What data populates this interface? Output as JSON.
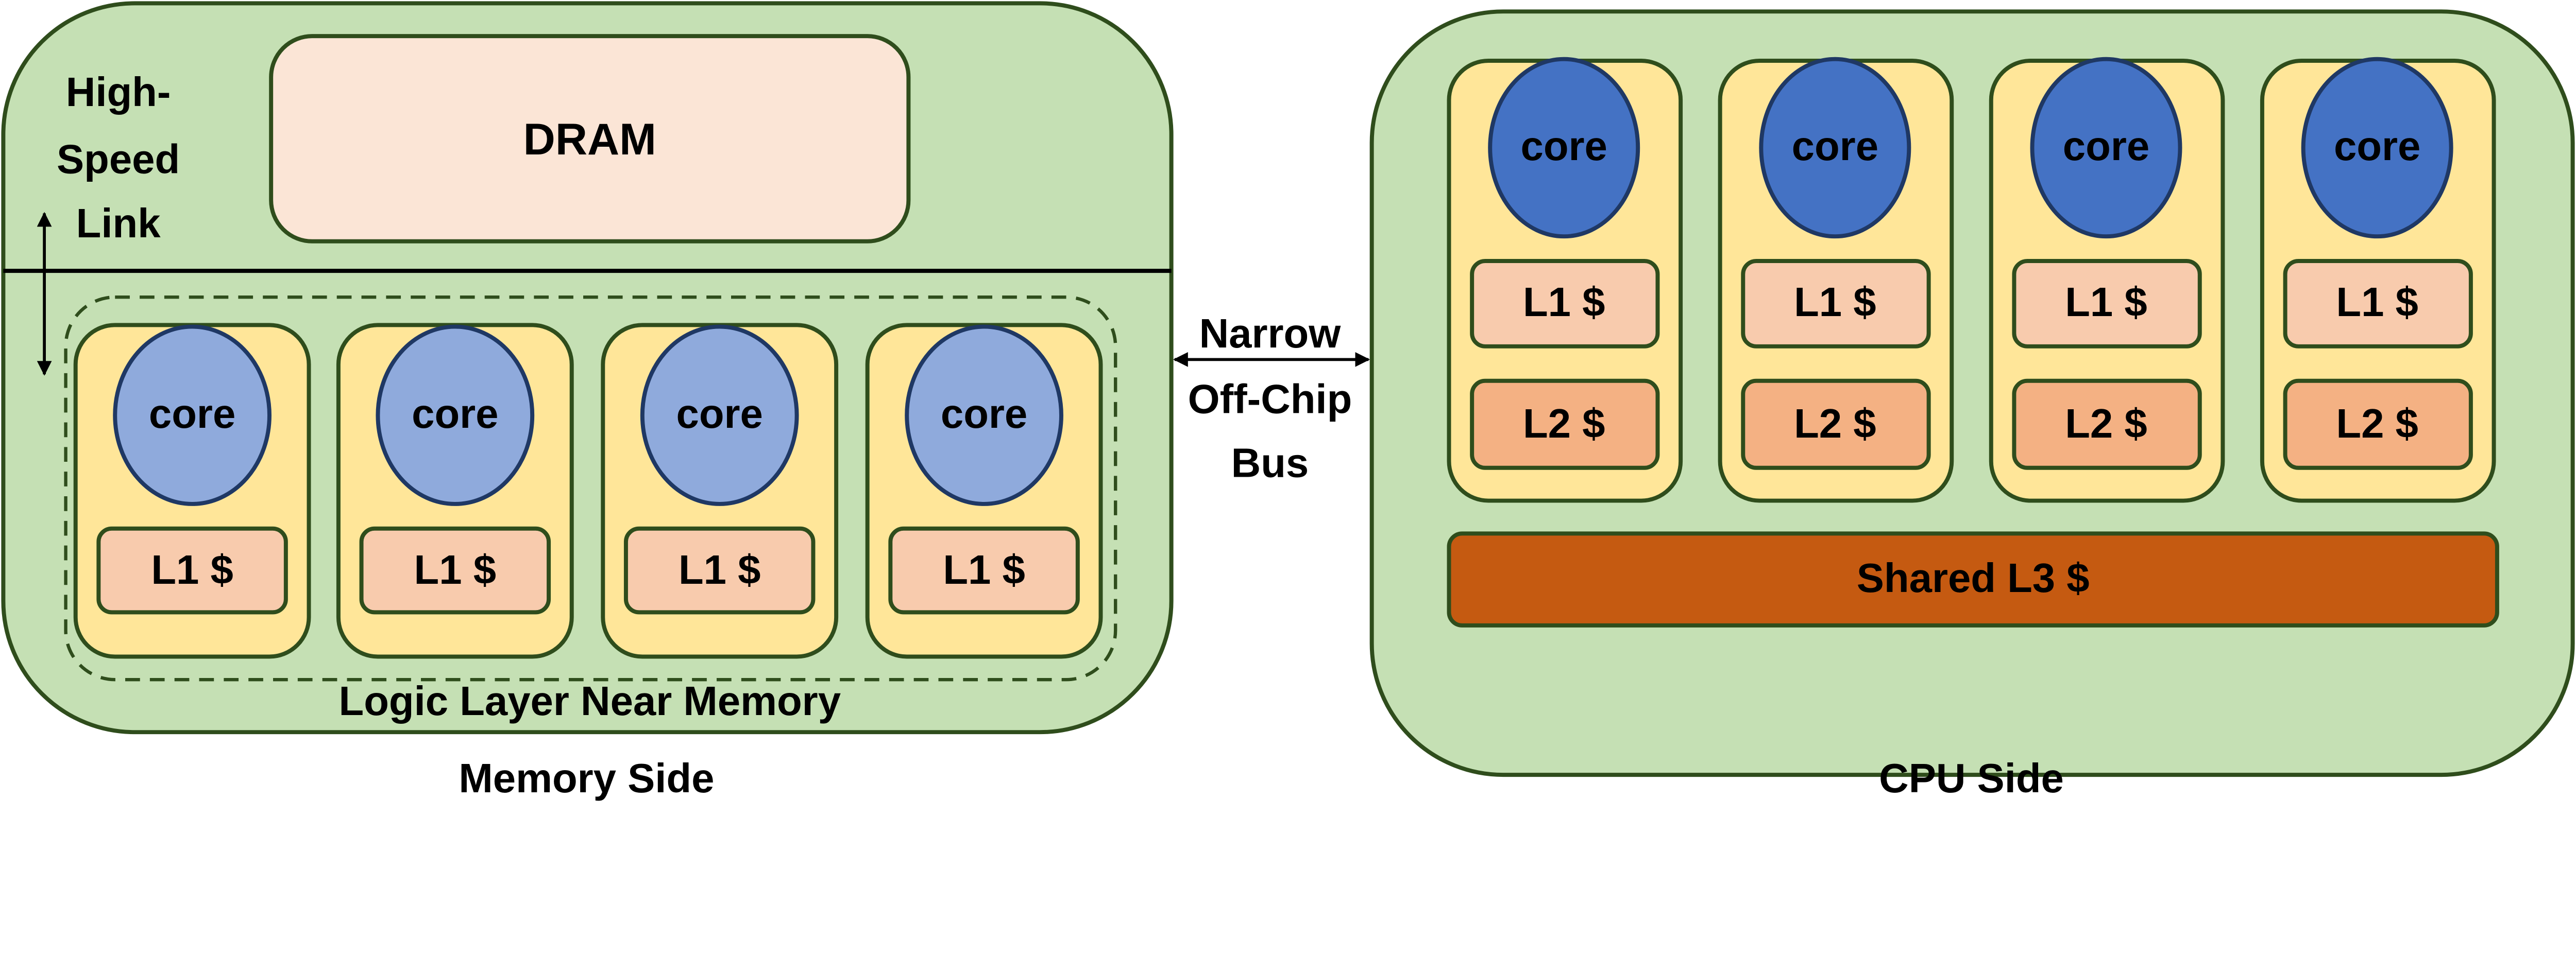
{
  "colors": {
    "panel_fill": "#c5e0b4",
    "panel_stroke": "#2f4d1c",
    "tile_fill": "#ffe699",
    "dram_fill": "#fbe5d6",
    "l1_fill": "#f8cbad",
    "l2_fill": "#f4b183",
    "l3_fill": "#c55a11",
    "memory_core_fill": "#8faadc",
    "cpu_core_fill": "#4472c4",
    "core_stroke": "#1f3864"
  },
  "memory_side": {
    "caption": "Memory Side",
    "dram_label": "DRAM",
    "link_label": [
      "High-",
      "Speed",
      "Link"
    ],
    "logic_layer_label": "Logic Layer Near Memory",
    "units": [
      {
        "core": "core",
        "l1": "L1 $"
      },
      {
        "core": "core",
        "l1": "L1 $"
      },
      {
        "core": "core",
        "l1": "L1 $"
      },
      {
        "core": "core",
        "l1": "L1 $"
      }
    ]
  },
  "bus": {
    "label": [
      "Narrow",
      "Off-Chip",
      "Bus"
    ]
  },
  "cpu_side": {
    "caption": "CPU Side",
    "shared_cache_label": "Shared L3 $",
    "units": [
      {
        "core": "core",
        "l1": "L1 $",
        "l2": "L2 $"
      },
      {
        "core": "core",
        "l1": "L1 $",
        "l2": "L2 $"
      },
      {
        "core": "core",
        "l1": "L1 $",
        "l2": "L2 $"
      },
      {
        "core": "core",
        "l1": "L1 $",
        "l2": "L2 $"
      }
    ]
  }
}
